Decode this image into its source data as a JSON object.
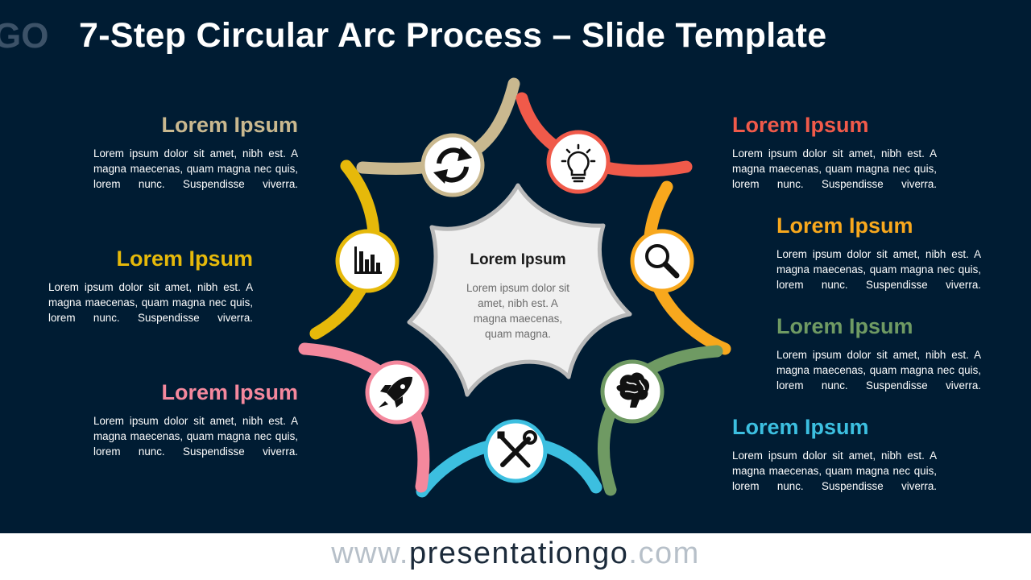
{
  "title": "7-Step Circular Arc Process – Slide Template",
  "logo_text": "GO",
  "center": {
    "title": "Lorem Ipsum",
    "body": "Lorem ipsum dolor sit amet, nibh est. A magna maecenas, quam magna."
  },
  "steps": [
    {
      "heading": "Lorem Ipsum",
      "body": "Lorem ipsum dolor sit amet, nibh est. A magna maecenas, quam magna nec quis, lorem nunc. Suspendisse viverra.",
      "color": "#c9b88f",
      "icon": "refresh-icon"
    },
    {
      "heading": "Lorem Ipsum",
      "body": "Lorem ipsum dolor sit amet, nibh est. A magna maecenas, quam magna nec quis, lorem nunc. Suspendisse viverra.",
      "color": "#f05a4a",
      "icon": "lightbulb-icon"
    },
    {
      "heading": "Lorem Ipsum",
      "body": "Lorem ipsum dolor sit amet, nibh est. A magna maecenas, quam magna nec quis, lorem nunc. Suspendisse viverra.",
      "color": "#f8a81d",
      "icon": "magnifier-icon"
    },
    {
      "heading": "Lorem Ipsum",
      "body": "Lorem ipsum dolor sit amet, nibh est. A magna maecenas, quam magna nec quis, lorem nunc. Suspendisse viverra.",
      "color": "#6f9a63",
      "icon": "brain-icon"
    },
    {
      "heading": "Lorem Ipsum",
      "body": "Lorem ipsum dolor sit amet, nibh est. A magna maecenas, quam magna nec quis, lorem nunc. Suspendisse viverra.",
      "color": "#3cbfe0",
      "icon": "tools-icon"
    },
    {
      "heading": "Lorem Ipsum",
      "body": "Lorem ipsum dolor sit amet, nibh est. A magna maecenas, quam magna nec quis, lorem nunc. Suspendisse viverra.",
      "color": "#f4889d",
      "icon": "rocket-icon"
    },
    {
      "heading": "Lorem Ipsum",
      "body": "Lorem ipsum dolor sit amet, nibh est. A magna maecenas, quam magna nec quis, lorem nunc. Suspendisse viverra.",
      "color": "#e6b90a",
      "icon": "bar-chart-icon"
    }
  ],
  "footer": {
    "prefix": "www.",
    "domain": "presentationgo",
    "suffix": ".com"
  }
}
